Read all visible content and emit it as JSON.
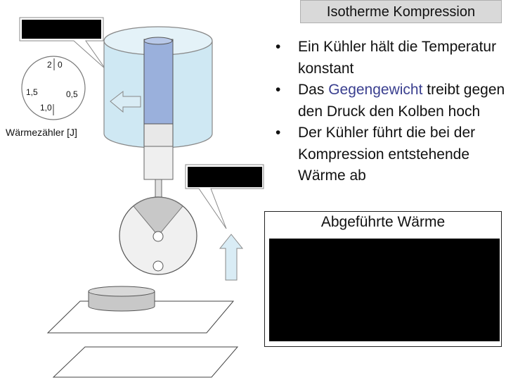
{
  "title": "Isotherme Kompression",
  "bullets": [
    {
      "before": "Ein Kühler hält die Temperatur konstant",
      "highlight": "",
      "after": ""
    },
    {
      "before": "Das ",
      "highlight": "Gegengewicht",
      "after": " treibt gegen den Druck den Kolben hoch"
    },
    {
      "before": "Der Kühler führt die bei der Kompression entstehende Wärme ab",
      "highlight": "",
      "after": ""
    }
  ],
  "heat_label": "Abgeführte Wärme",
  "meter": {
    "caption": "Wärmezähler [J]",
    "tick_labels": [
      "2",
      "0",
      "1,5",
      "0,5",
      "1,0"
    ]
  },
  "colors": {
    "cylinder": "#cfe8f3",
    "piston_fill": "#9ab0dc",
    "arrow_fill": "#d9ecf5",
    "callout_box": "#000000",
    "flywheel_sector": "#c8c8c8"
  }
}
